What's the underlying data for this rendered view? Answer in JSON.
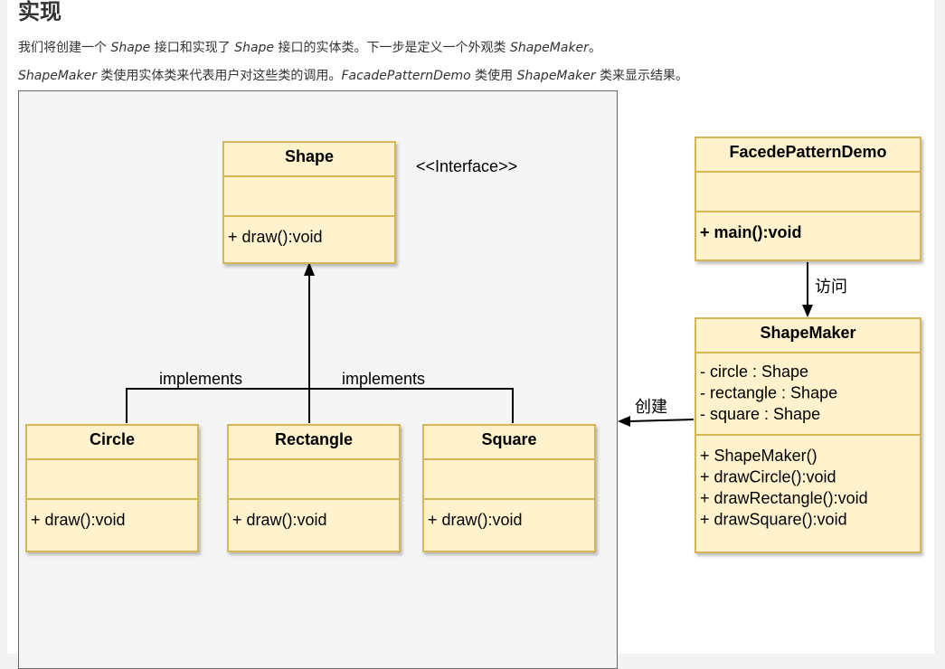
{
  "heading": "实现",
  "intro": {
    "p1": [
      {
        "t": "我们将创建一个 "
      },
      {
        "t": "Shape",
        "em": true
      },
      {
        "t": " 接口和实现了 "
      },
      {
        "t": "Shape",
        "em": true
      },
      {
        "t": " 接口的实体类。下一步是定义一个外观类 "
      },
      {
        "t": "ShapeMaker",
        "em": true
      },
      {
        "t": "。"
      }
    ],
    "p2": [
      {
        "t": "ShapeMaker",
        "em": true
      },
      {
        "t": " 类使用实体类来代表用户对这些类的调用。"
      },
      {
        "t": "FacadePatternDemo",
        "em": true
      },
      {
        "t": " 类使用 "
      },
      {
        "t": "ShapeMaker",
        "em": true
      },
      {
        "t": " 类来显示结果。"
      }
    ]
  },
  "diagram": {
    "colors": {
      "fill": "#fff2cc",
      "stroke": "#d6b656",
      "line": "#000000"
    },
    "classes": {
      "shape": {
        "name": "Shape",
        "attributes": [],
        "methods": [
          "+ draw():void"
        ],
        "stereotype": "<<Interface>>"
      },
      "circle": {
        "name": "Circle",
        "attributes": [],
        "methods": [
          "+ draw():void"
        ]
      },
      "rectangle": {
        "name": "Rectangle",
        "attributes": [],
        "methods": [
          "+ draw():void"
        ]
      },
      "square": {
        "name": "Square",
        "attributes": [],
        "methods": [
          "+ draw():void"
        ]
      },
      "facade_demo": {
        "name": "FacedePatternDemo",
        "attributes": [],
        "methods": [
          "+ main():void"
        ],
        "methods_bold": true
      },
      "shape_maker": {
        "name": "ShapeMaker",
        "attributes": [
          "- circle : Shape",
          "- rectangle : Shape",
          "- square : Shape"
        ],
        "methods": [
          "+ ShapeMaker()",
          "+ drawCircle():void",
          "+ drawRectangle():void",
          "+ drawSquare():void"
        ]
      }
    },
    "relations": {
      "implements_left": "implements",
      "implements_right": "implements",
      "access": "访问",
      "create": "创建"
    }
  }
}
